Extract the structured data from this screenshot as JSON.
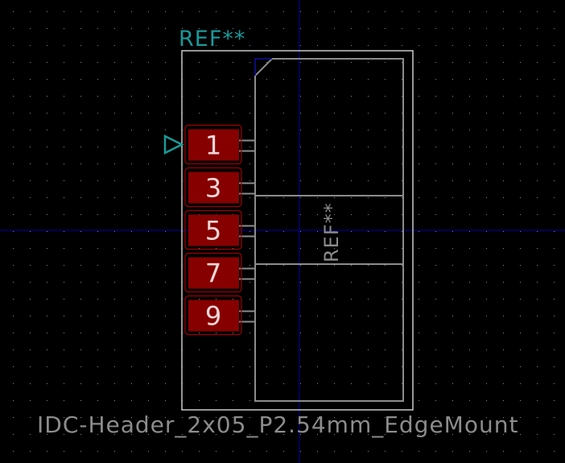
{
  "app": {
    "view": "footprint-editor-canvas"
  },
  "footprint": {
    "reference_label": "REF**",
    "fab_reference_label": "REF**",
    "value_label": "IDC-Header_2x05_P2.54mm_EdgeMount",
    "pin1_marker": "triangle-marker-icon",
    "pads": [
      {
        "number": "1"
      },
      {
        "number": "3"
      },
      {
        "number": "5"
      },
      {
        "number": "7"
      },
      {
        "number": "9"
      }
    ]
  },
  "colors": {
    "background": "#000000",
    "grid_dot": "#8a8a8a",
    "crosshair": "#0000a8",
    "courtyard": "#c8c8c8",
    "fab_outline": "#8c8c8c",
    "pad_fill": "#870000",
    "pad_outline": "#a00000",
    "reference_text": "#1a9a9a",
    "value_text": "#8c8c8c",
    "pin1_corner": "#1010a0"
  }
}
